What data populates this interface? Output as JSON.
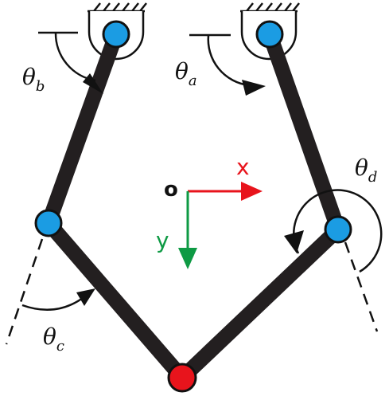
{
  "labels": {
    "theta_a": {
      "symbol": "θ",
      "sub": "a"
    },
    "theta_b": {
      "symbol": "θ",
      "sub": "b"
    },
    "theta_c": {
      "symbol": "θ",
      "sub": "c"
    },
    "theta_d": {
      "symbol": "θ",
      "sub": "d"
    },
    "origin": "o",
    "x_axis": "x",
    "y_axis": "y"
  },
  "colors": {
    "link": "#231f20",
    "joint": "#1b9ce3",
    "end_effector": "#e8141c",
    "x_axis": "#e8141c",
    "y_axis": "#0e9a44",
    "ink": "#111111"
  }
}
